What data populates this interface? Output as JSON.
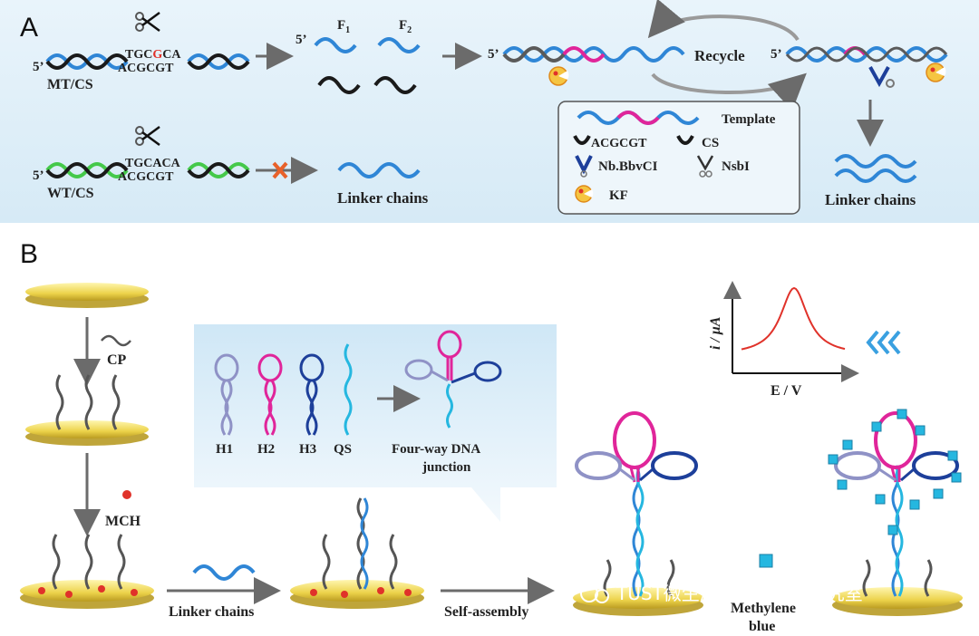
{
  "panel_a": {
    "title": "A",
    "five_prime": "5’",
    "mt_cs": "MT/CS",
    "wt_cs": "WT/CS",
    "seq_top_a": "TGC",
    "seq_top_mid": "G",
    "seq_top_b": "CA",
    "seq_bottom": "ACGCGT",
    "wt_seq_top_a": "TGC",
    "wt_seq_top_mid": "A",
    "wt_seq_top_b": "CA",
    "f1": "F",
    "f1_sub": "1",
    "f2": "F",
    "f2_sub": "2",
    "recycle": "Recycle",
    "linker_chains": "Linker chains",
    "linker_chains_right": "Linker chains",
    "legend": {
      "template": "Template",
      "cs_seq": "ACGCGT",
      "cs": "CS",
      "nb": "Nb.BbvCI",
      "nsbi": "NsbI",
      "kf": "KF"
    }
  },
  "panel_b": {
    "title": "B",
    "cp": "CP",
    "mch": "MCH",
    "h1": "H1",
    "h2": "H2",
    "h3": "H3",
    "qs": "QS",
    "junction_line1": "Four-way DNA",
    "junction_line2": "junction",
    "linker_chains": "Linker chains",
    "self_assembly": "Self-assembly",
    "methylene_line1": "Methylene",
    "methylene_line2": "blue",
    "y_axis": "i / μA",
    "x_axis": "E / V"
  },
  "watermark": "TUST微生态与分子药理研究室",
  "colors": {
    "blue_strand": "#2f86d6",
    "black_strand": "#1a1a1a",
    "magenta": "#e0259a",
    "green": "#45c94a",
    "cyan": "#25b7e0",
    "navy": "#1d3f9a",
    "lavender": "#8f92c6",
    "gold": "#ecd24a",
    "red_cross": "#e8612a",
    "peak": "#e0322a"
  }
}
